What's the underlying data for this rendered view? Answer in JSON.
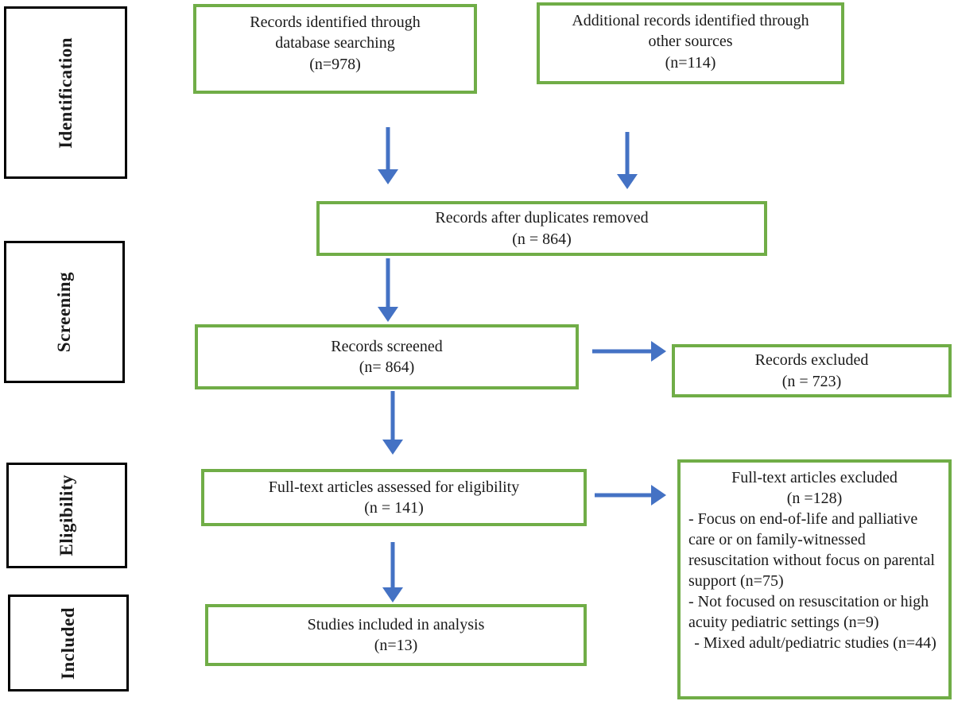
{
  "colors": {
    "box_border_green": "#70ad47",
    "stage_border_black": "#000000",
    "arrow_blue": "#4472c4",
    "text": "#1a1a1a"
  },
  "stages": {
    "identification": "Identification",
    "screening": "Screening",
    "eligibility": "Eligibility",
    "included": "Included"
  },
  "boxes": {
    "db_search": {
      "lines": [
        "Records identified through",
        "database searching",
        "(n=978)"
      ]
    },
    "other_sources": {
      "lines": [
        "Additional records identified through",
        "other sources",
        "(n=114)"
      ]
    },
    "duplicates_removed": {
      "lines": [
        "Records after duplicates removed",
        "(n = 864)"
      ]
    },
    "records_screened": {
      "lines": [
        "Records screened",
        "(n= 864)"
      ]
    },
    "records_excluded": {
      "lines": [
        "Records excluded",
        "(n = 723)"
      ]
    },
    "fulltext_assessed": {
      "lines": [
        "Full-text articles assessed for eligibility",
        "(n = 141)"
      ]
    },
    "fulltext_excluded": {
      "title": "Full-text articles excluded",
      "count": "(n =128)",
      "reasons": [
        "- Focus on end-of-life and palliative care or on family-witnessed resuscitation without focus on parental support (n=75)",
        "- Not focused on resuscitation or high acuity pediatric settings (n=9)",
        "- Mixed adult/pediatric studies (n=44)"
      ]
    },
    "studies_included": {
      "lines": [
        "Studies included in analysis",
        "(n=13)"
      ]
    }
  }
}
